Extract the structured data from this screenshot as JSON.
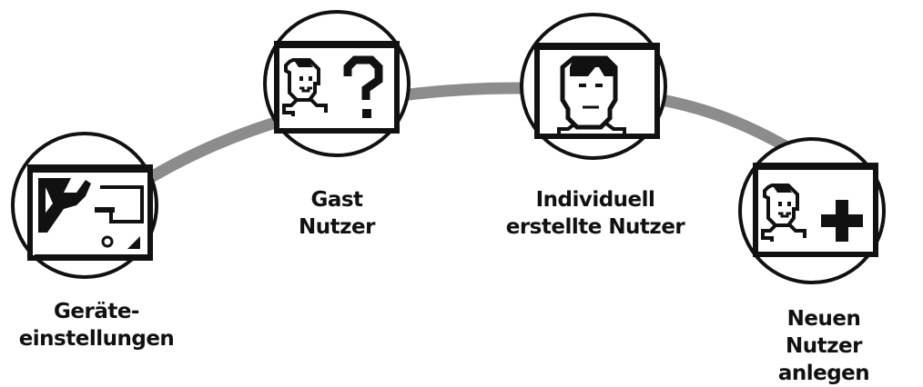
{
  "colors": {
    "arc": "#8c8c8c",
    "ink": "#111111",
    "background": "#ffffff"
  },
  "nodes": [
    {
      "id": "device-settings",
      "icon": "wrench-settings-icon",
      "label_lines": [
        "Geräte-",
        "einstellungen"
      ]
    },
    {
      "id": "guest-user",
      "icon": "guest-user-question-icon",
      "label_lines": [
        "Gast",
        "Nutzer"
      ]
    },
    {
      "id": "custom-user",
      "icon": "individual-user-icon",
      "label_lines": [
        "Individuell",
        "erstellte Nutzer"
      ]
    },
    {
      "id": "new-user",
      "icon": "add-user-plus-icon",
      "label_lines": [
        "Neuen Nutzer",
        "anlegen"
      ]
    }
  ]
}
